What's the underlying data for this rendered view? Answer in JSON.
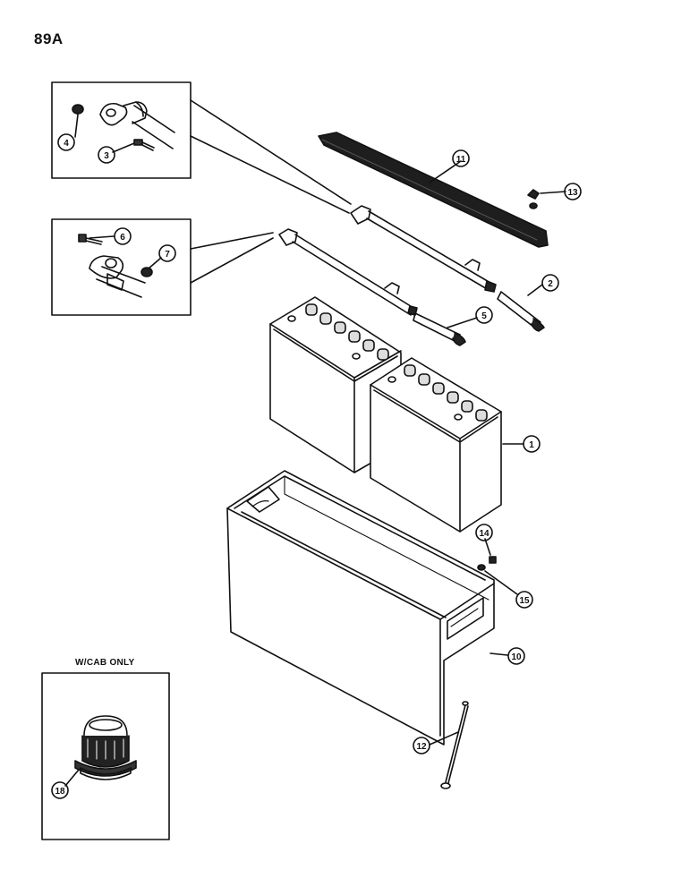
{
  "page_number": "89A",
  "inset_label": "W/CAB ONLY",
  "callouts": {
    "c1": "1",
    "c2": "2",
    "c3": "3",
    "c4": "4",
    "c5": "5",
    "c6": "6",
    "c7": "7",
    "c10": "10",
    "c11": "11",
    "c12": "12",
    "c13": "13",
    "c14": "14",
    "c15": "15",
    "c18": "18"
  },
  "colors": {
    "ink": "#111111",
    "paper": "#ffffff"
  }
}
